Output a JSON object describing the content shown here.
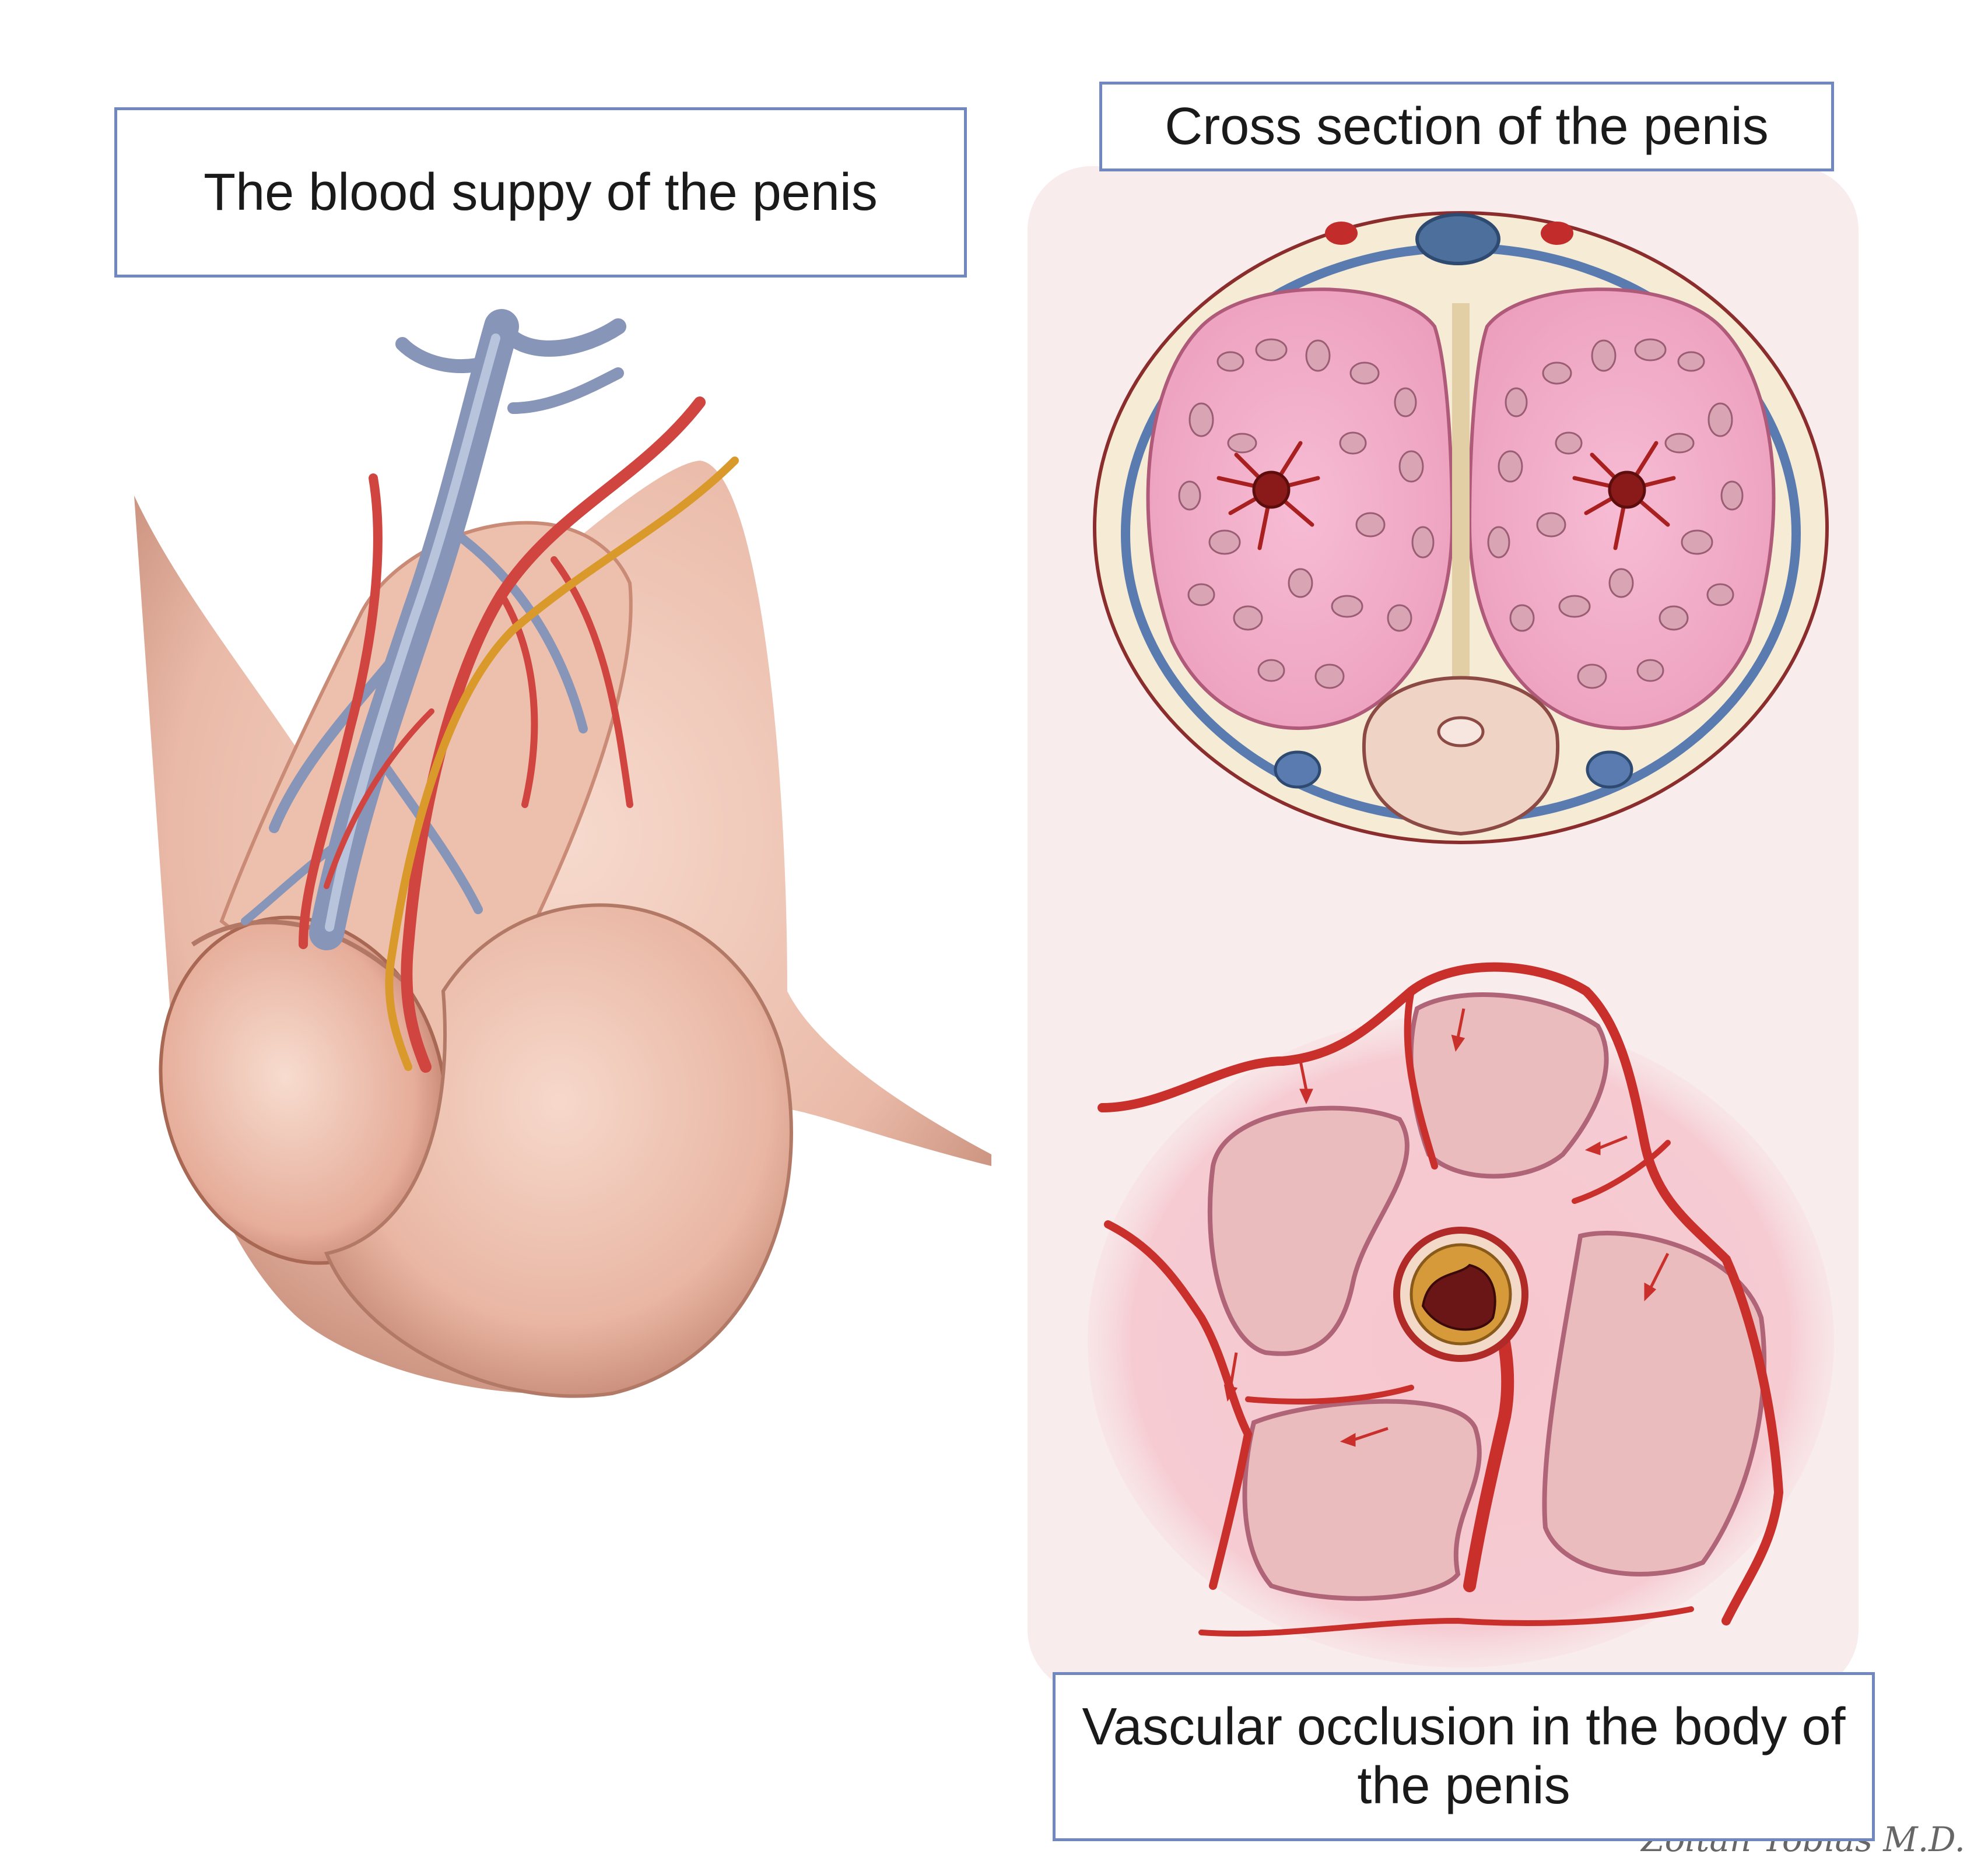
{
  "labels": {
    "blood_supply": "The blood suppy of the penis",
    "cross_section": "Cross section of the penis",
    "vascular_occlusion": "Vascular occlusion in the body of the penis"
  },
  "signature": "Zoltan Tobias M.D.",
  "colors": {
    "label_border": "#7088bf",
    "panel_bg": "#f8ecec",
    "artery": "#c9302c",
    "vein": "#5a7bb0",
    "nerve": "#d99a2b",
    "skin": "#e9b9a8",
    "erectile_tissue": "#f3b8cf"
  }
}
